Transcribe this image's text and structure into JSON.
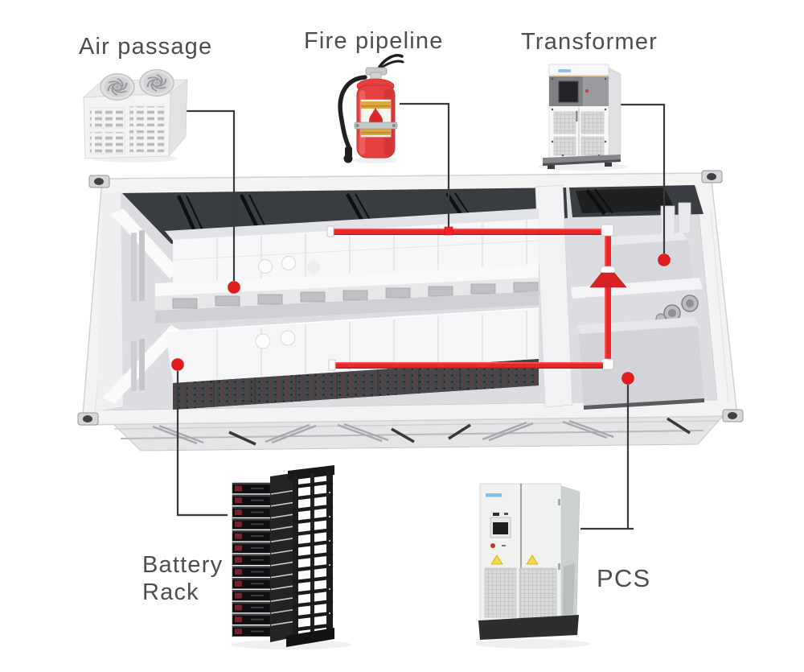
{
  "diagram": {
    "labels": {
      "air_passage": "Air passage",
      "fire_pipeline": "Fire pipeline",
      "transformer": "Transformer",
      "battery_rack_line1": "Battery",
      "battery_rack_line2": "Rack",
      "pcs": "PCS"
    },
    "colors": {
      "background": "#ffffff",
      "label_text": "#4e4e4e",
      "callout_line": "#3a3a3c",
      "marker_red": "#e41c1f",
      "pipe_red": "#e8272b",
      "container_shell": "#f3f3f4",
      "ceiling_dark": "#393c40",
      "extinguisher_red": "#e64040",
      "rack_black": "#141416"
    },
    "callout_markers": {
      "air_passage": "dot",
      "fire_pipeline": "square",
      "transformer": "dot",
      "battery_rack": "dot",
      "pcs": "dot"
    }
  }
}
